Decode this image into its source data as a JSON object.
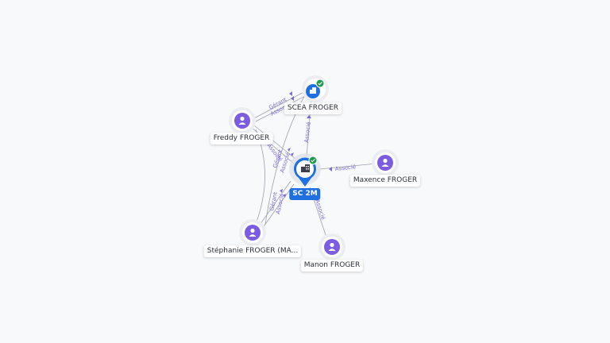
{
  "colors": {
    "person": "#7c5ce0",
    "company": "#1f6fe0",
    "check": "#1e9a4b",
    "edge": "#9aa0ad",
    "edge_label": "#7e6bd6"
  },
  "nodes": {
    "sc2m": {
      "label": "SC 2M",
      "type": "company-main",
      "icon": "building-icon",
      "verified": true
    },
    "scea": {
      "label": "SCEA FROGER",
      "type": "company",
      "icon": "building-icon",
      "verified": true
    },
    "freddy": {
      "label": "Freddy FROGER",
      "type": "person",
      "icon": "person-icon"
    },
    "maxence": {
      "label": "Maxence FROGER",
      "type": "person",
      "icon": "person-icon"
    },
    "stephanie": {
      "label": "Stéphanie FROGER (MA...",
      "type": "person",
      "icon": "person-icon"
    },
    "manon": {
      "label": "Manon FROGER",
      "type": "person",
      "icon": "person-icon"
    }
  },
  "edge_labels": {
    "associe": "Associé",
    "gerant": "Gérant"
  }
}
